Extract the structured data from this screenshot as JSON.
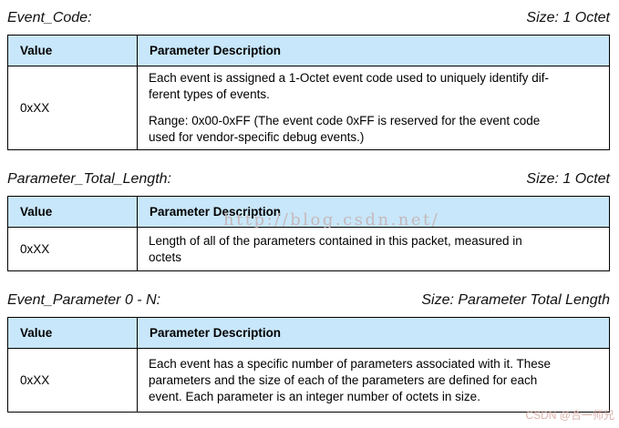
{
  "page": {
    "watermark_center": "http://blog.csdn.net/",
    "watermark_corner": "CSDN @合一师兄"
  },
  "colors": {
    "table_header_fill": "#c9e7fa",
    "table_border": "#000000",
    "watermark_center_color": "#c5b6b8",
    "watermark_corner_color": "#d5a39c"
  },
  "sections": [
    {
      "heading": "Event_Code:",
      "size": "Size: 1 Octet",
      "table": {
        "col_value": "Value",
        "col_desc": "Parameter Description",
        "value": "0xXX",
        "paragraphs": [
          [
            "Each event is assigned a 1-Octet event code used to uniquely identify dif-",
            "ferent types of events."
          ],
          [
            "Range: 0x00-0xFF (The event code 0xFF is reserved for the event code",
            "used for vendor-specific debug events.)"
          ]
        ]
      }
    },
    {
      "heading": "Parameter_Total_Length:",
      "size": "Size: 1 Octet",
      "table": {
        "col_value": "Value",
        "col_desc": "Parameter Description",
        "value": "0xXX",
        "paragraphs": [
          [
            "Length of all of the parameters contained in this packet, measured in",
            "octets"
          ]
        ]
      }
    },
    {
      "heading": "Event_Parameter 0 - N:",
      "size": "Size: Parameter Total Length",
      "table": {
        "col_value": "Value",
        "col_desc": "Parameter Description",
        "value": "0xXX",
        "paragraphs": [
          [
            "Each event has a specific number of parameters associated with it. These",
            "parameters and the size of each of the parameters are defined for each",
            "event. Each parameter is an integer number of octets in size."
          ]
        ]
      }
    }
  ]
}
